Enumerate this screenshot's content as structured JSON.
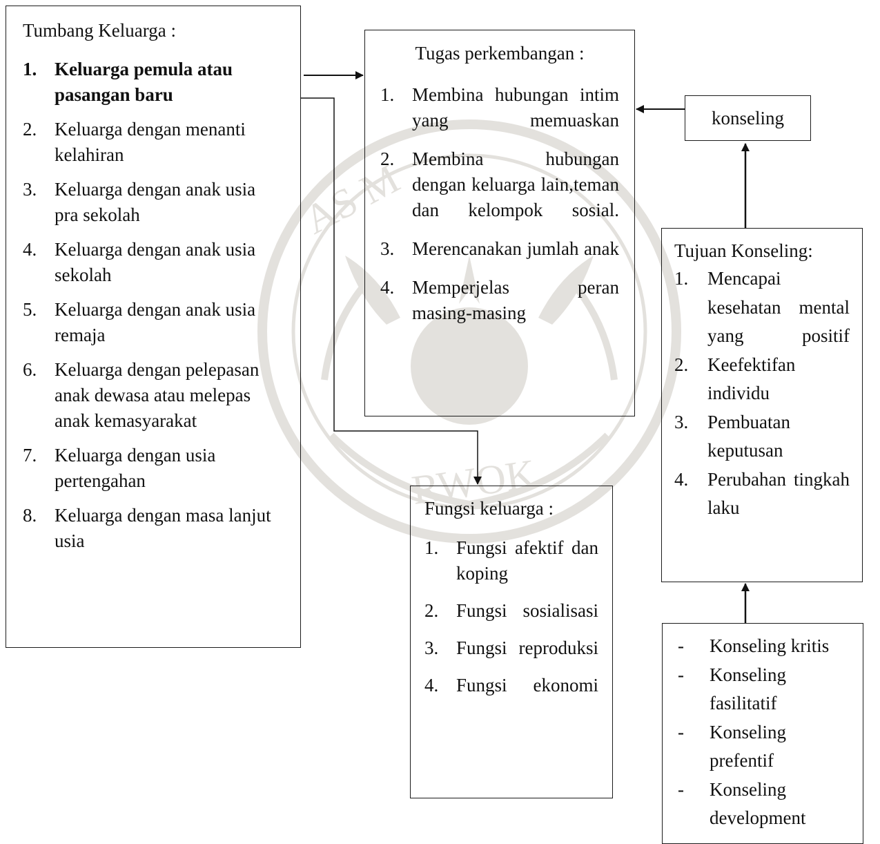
{
  "tumbang": {
    "title": "Tumbang Keluarga :",
    "items": [
      {
        "num": "1.",
        "text": "Keluarga pemula atau pasangan baru"
      },
      {
        "num": "2.",
        "text": "Keluarga dengan menanti kelahiran"
      },
      {
        "num": "3.",
        "text": "Keluarga dengan anak usia pra sekolah"
      },
      {
        "num": "4.",
        "text": "Keluarga dengan anak usia sekolah"
      },
      {
        "num": "5.",
        "text": "Keluarga dengan anak usia remaja"
      },
      {
        "num": "6.",
        "text": "Keluarga dengan pelepasan anak dewasa atau melepas anak kemasyarakat"
      },
      {
        "num": "7.",
        "text": "Keluarga dengan usia pertengahan"
      },
      {
        "num": "8.",
        "text": "Keluarga dengan masa lanjut usia"
      }
    ]
  },
  "tugas": {
    "title": "Tugas perkembangan :",
    "items": [
      {
        "num": "1.",
        "text": "Membina hubungan intim yang memuaskan"
      },
      {
        "num": "2.",
        "text": "Membina hubungan dengan keluarga lain,teman dan kelompok sosial."
      },
      {
        "num": "3.",
        "text": "Merencanakan jumlah anak"
      },
      {
        "num": "4.",
        "text": "Memperjelas peran masing-masing"
      }
    ]
  },
  "fungsi": {
    "title": "Fungsi keluarga :",
    "items": [
      {
        "num": "1.",
        "text": "Fungsi afektif dan koping"
      },
      {
        "num": "2.",
        "text": "Fungsi sosialisasi"
      },
      {
        "num": "3.",
        "text": "Fungsi reproduksi"
      },
      {
        "num": "4.",
        "text": "Fungsi ekonomi"
      }
    ]
  },
  "konseling": {
    "label": "konseling"
  },
  "tujuan": {
    "title": "Tujuan Konseling:",
    "items": [
      {
        "num": "1.",
        "text": "Mencapai kesehatan mental yang positif"
      },
      {
        "num": "2.",
        "text": "Keefektifan individu"
      },
      {
        "num": "3.",
        "text": "Pembuatan keputusan"
      },
      {
        "num": "4.",
        "text": "Perubahan tingkah laku"
      }
    ]
  },
  "jenis": {
    "items": [
      {
        "marker": "-",
        "text": "Konseling kritis"
      },
      {
        "marker": "-",
        "text": "Konseling fasilitatif"
      },
      {
        "marker": "-",
        "text": "Konseling prefentif"
      },
      {
        "marker": "-",
        "text": "Konseling development"
      }
    ]
  },
  "watermark": {
    "text_top": "AS M",
    "text_bottom": "RWOK"
  }
}
